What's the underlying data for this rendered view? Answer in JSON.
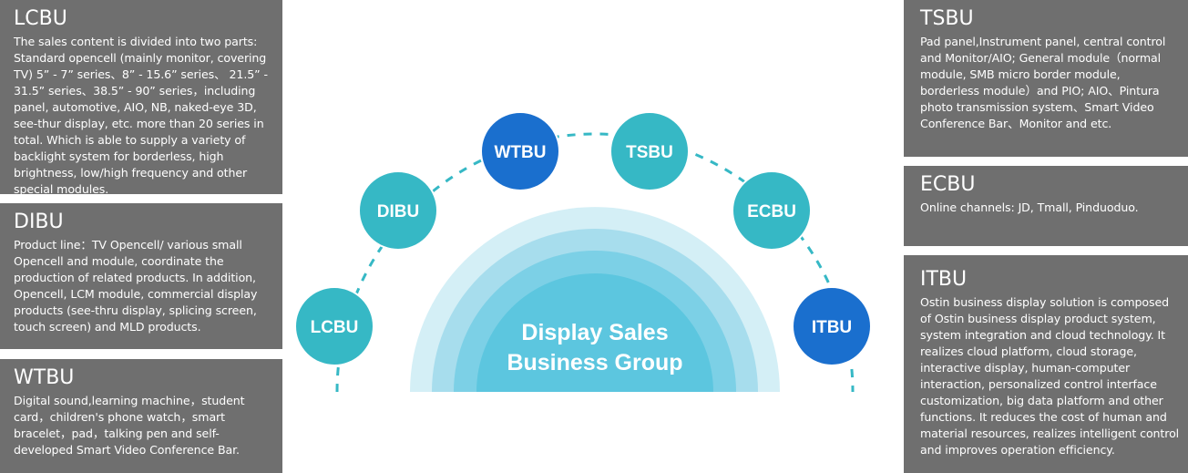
{
  "panels": {
    "lcbu": {
      "title": "LCBU",
      "text": "The sales content is divided into two parts: Standard opencell (mainly monitor, covering TV) 5” - 7” series、8” - 15.6” series、 21.5” - 31.5” series、38.5” - 90” series，including panel, automotive, AIO, NB, naked-eye 3D, see-thur display, etc. more than 20 series in total. Which is able to supply a variety of backlight system for borderless, high brightness, low/high frequency and other special modules."
    },
    "dibu": {
      "title": "DIBU",
      "text": "Product line：TV Opencell/ various small Opencell and module, coordinate the production of related products. In addition, Opencell, LCM module, commercial display products (see-thru display, splicing screen, touch screen) and MLD products."
    },
    "wtbu": {
      "title": "WTBU",
      "text": "Digital sound,learning machine，student card，children's phone watch，smart bracelet，pad，talking pen and self-developed Smart Video Conference Bar."
    },
    "tsbu": {
      "title": "TSBU",
      "text": "Pad panel,Instrument panel, central control and Monitor/AIO; General module（normal module, SMB micro border module, borderless module）and PIO; AIO、Pintura photo transmission system、Smart Video Conference Bar、Monitor and etc."
    },
    "ecbu": {
      "title": "ECBU",
      "text": "Online channels: JD, Tmall, Pinduoduo."
    },
    "itbu": {
      "title": "ITBU",
      "text": "Ostin business display solution is composed of Ostin business display product system, system integration and cloud technology. It realizes cloud platform, cloud storage, interactive display, human-computer interaction, personalized control interface customization, big data platform and other functions. It reduces the cost of human and material resources, realizes intelligent control and improves operation efficiency."
    }
  },
  "diagram": {
    "center_line1": "Display Sales",
    "center_line2": "Business Group",
    "nodes": {
      "lcbu": "LCBU",
      "dibu": "DIBU",
      "wtbu": "WTBU",
      "tsbu": "TSBU",
      "ecbu": "ECBU",
      "itbu": "ITBU"
    }
  },
  "colors": {
    "panel_bg": "#6f6f6f",
    "teal": "#36b8c5",
    "blue": "#1a6fce",
    "arc_outer": "#d4eff6",
    "arc_mid": "#a7dded",
    "arc_inner": "#7cd0e6",
    "arc_core": "#5cc6df"
  }
}
